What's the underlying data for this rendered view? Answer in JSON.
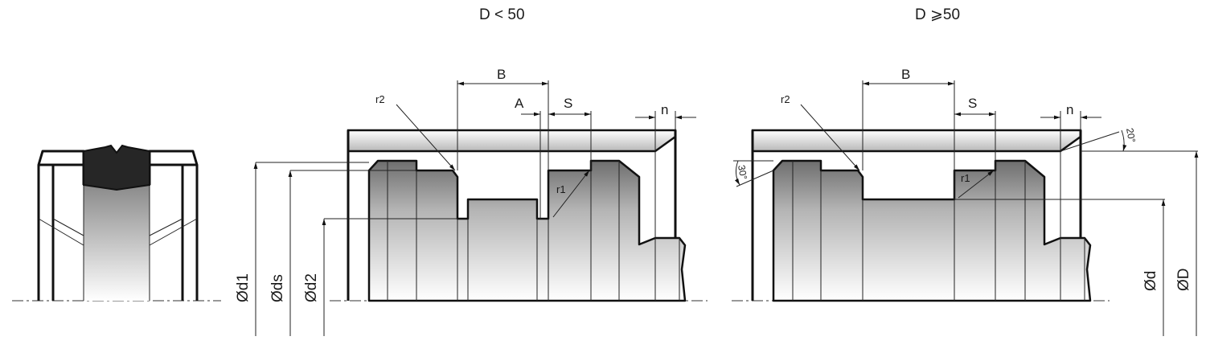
{
  "diagram": {
    "headings": {
      "left": "D < 50",
      "right": "D ⩾50"
    },
    "left_view": {
      "B": "B",
      "A": "A",
      "S": "S",
      "n": "n",
      "r1": "r1",
      "r2": "r2",
      "d1": "Ød1",
      "ds": "Øds",
      "d2": "Ød2"
    },
    "right_view": {
      "B": "B",
      "S": "S",
      "n": "n",
      "r1": "r1",
      "r2": "r2",
      "angle_30": "30°",
      "angle_20": "20°",
      "d": "Ød",
      "D": "ØD"
    }
  }
}
